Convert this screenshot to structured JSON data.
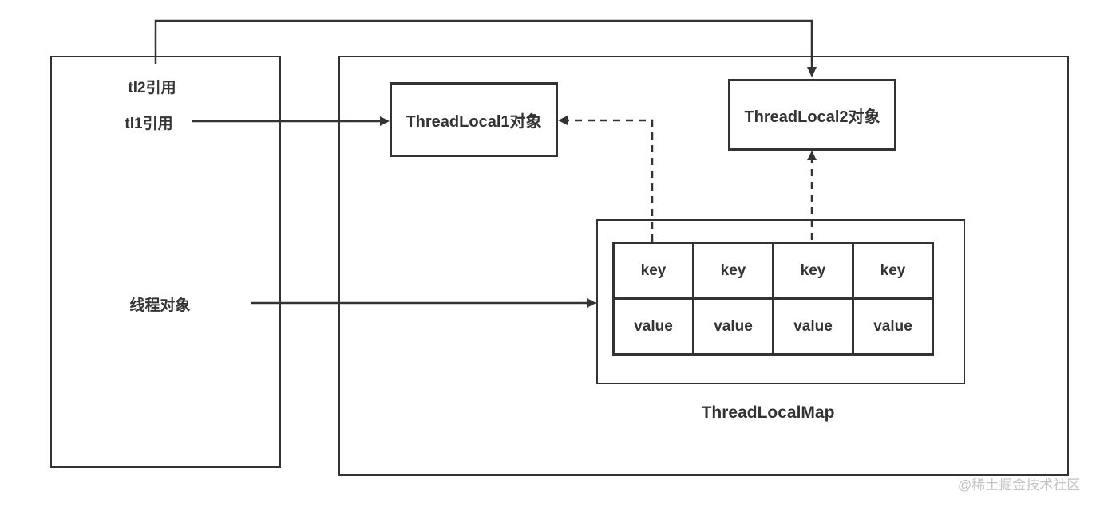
{
  "left_panel": {
    "tl2_ref": "tl2引用",
    "tl1_ref": "tl1引用",
    "thread_obj": "线程对象"
  },
  "heap_panel": {
    "threadlocal1": "ThreadLocal1对象",
    "threadlocal2": "ThreadLocal2对象",
    "map_title": "ThreadLocalMap",
    "map_table": {
      "key_row": [
        "key",
        "key",
        "key",
        "key"
      ],
      "value_row": [
        "value",
        "value",
        "value",
        "value"
      ]
    }
  },
  "watermark": "@稀土掘金技术社区",
  "colors": {
    "line": "#333333",
    "text": "#333333",
    "watermark": "#c2c2c2",
    "background": "#ffffff"
  }
}
